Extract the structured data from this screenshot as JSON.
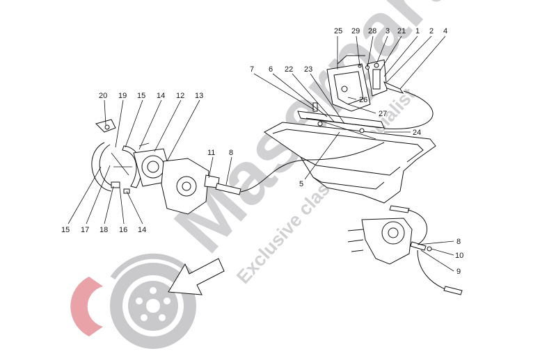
{
  "watermark": {
    "brand": "Maserparts",
    "tagline": "Exclusive classics specialist",
    "brand_color": "#c8c8cc",
    "accent_color": "#e9a3a8"
  },
  "labels": [
    {
      "id": "l25",
      "text": "25"
    },
    {
      "id": "l29",
      "text": "29"
    },
    {
      "id": "l28",
      "text": "28"
    },
    {
      "id": "l3",
      "text": "3"
    },
    {
      "id": "l21",
      "text": "21"
    },
    {
      "id": "l1",
      "text": "1"
    },
    {
      "id": "l2",
      "text": "2"
    },
    {
      "id": "l4",
      "text": "4"
    },
    {
      "id": "l7",
      "text": "7"
    },
    {
      "id": "l6",
      "text": "6"
    },
    {
      "id": "l22",
      "text": "22"
    },
    {
      "id": "l23",
      "text": "23"
    },
    {
      "id": "l26",
      "text": "26"
    },
    {
      "id": "l27",
      "text": "27"
    },
    {
      "id": "l24",
      "text": "24"
    },
    {
      "id": "l5",
      "text": "5"
    },
    {
      "id": "l20",
      "text": "20"
    },
    {
      "id": "l19",
      "text": "19"
    },
    {
      "id": "l15a",
      "text": "15"
    },
    {
      "id": "l14a",
      "text": "14"
    },
    {
      "id": "l12",
      "text": "12"
    },
    {
      "id": "l13",
      "text": "13"
    },
    {
      "id": "l11",
      "text": "11"
    },
    {
      "id": "l8a",
      "text": "8"
    },
    {
      "id": "l15b",
      "text": "15"
    },
    {
      "id": "l17",
      "text": "17"
    },
    {
      "id": "l18",
      "text": "18"
    },
    {
      "id": "l16",
      "text": "16"
    },
    {
      "id": "l14b",
      "text": "14"
    },
    {
      "id": "l8b",
      "text": "8"
    },
    {
      "id": "l10",
      "text": "10"
    },
    {
      "id": "l9",
      "text": "9"
    }
  ]
}
